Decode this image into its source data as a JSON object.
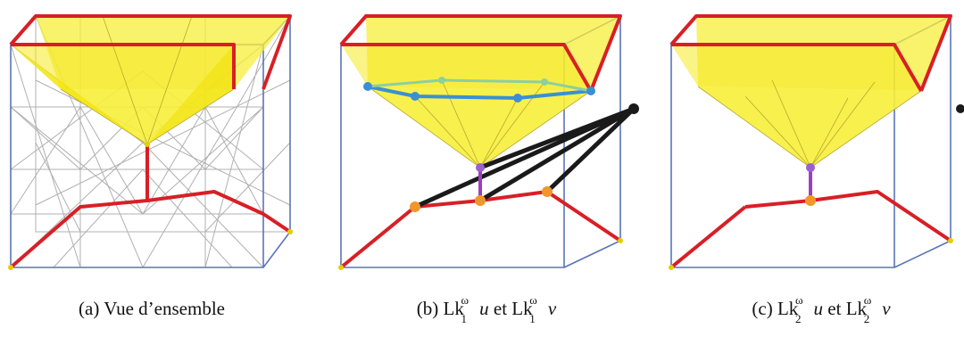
{
  "captions": {
    "a": {
      "label": "(a)",
      "text": "Vue d’ensemble"
    },
    "b": {
      "label": "(b)",
      "lk": "Lk",
      "sup": "ω",
      "sub": "1",
      "u": "u",
      "et": "et",
      "v": "v"
    },
    "c": {
      "label": "(c)",
      "lk": "Lk",
      "sup": "ω",
      "sub": "2",
      "u": "u",
      "et": "et",
      "v": "v"
    }
  },
  "colors": {
    "cube_edge": "#5b74b8",
    "yellow_fill": "#f7ee3a",
    "red_path": "#d81f26",
    "blue_link": "#3a8fd6",
    "purple_edge": "#9b3fc0",
    "black_edge": "#1a1a1a",
    "orange_vertex": "#f0962a",
    "gray_mesh": "#a9a9a9"
  }
}
